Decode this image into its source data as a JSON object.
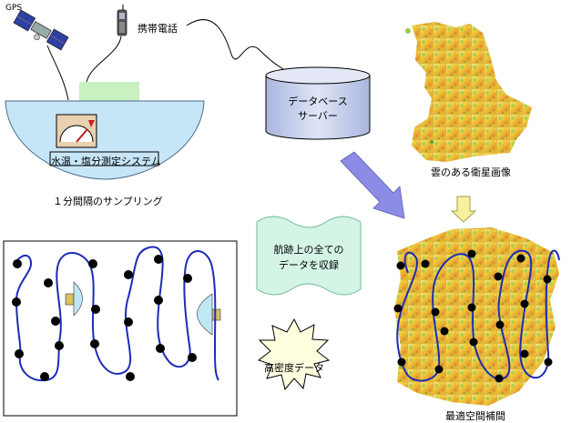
{
  "labels": {
    "gps": "GPS",
    "phone": "携帯電話",
    "database_line1": "データベース",
    "database_line2": "サーバー",
    "measurement_system": "水温・塩分測定システム",
    "sampling": "１分間隔のサンプリング",
    "cloudy_image": "雲のある衛星画像",
    "all_data_line1": "航跡上の全ての",
    "all_data_line2": "データを収録",
    "high_density": "高密度データ",
    "optimal_interpolation": "最適空間補間"
  },
  "colors": {
    "boat_fill": "#c6e6f8",
    "db_fill": "#c9d2ec",
    "deck_fill": "#c8f0c0",
    "arrow_blue": "#8c8ce6",
    "arrow_yellow": "#f6f0a0",
    "track": "#1c2cb4",
    "sample_dot": "#000000",
    "flag_fill": "#d4f4e6",
    "star_fill": "#ffffe0"
  },
  "icons": [
    "satellite-icon",
    "mobile-phone-icon",
    "gauge-icon",
    "database-cylinder-icon",
    "sonar-icon"
  ]
}
